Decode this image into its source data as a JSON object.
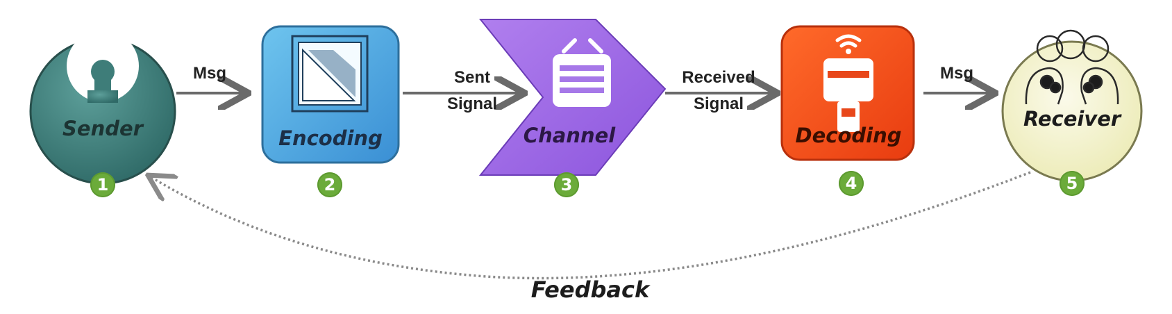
{
  "nodes": [
    {
      "label": "Sender",
      "step": "1",
      "icon": "keyhole-icon"
    },
    {
      "label": "Encoding",
      "step": "2",
      "icon": "encoding-square-icon"
    },
    {
      "label": "Channel",
      "step": "3",
      "icon": "tv-icon"
    },
    {
      "label": "Decoding",
      "step": "4",
      "icon": "radio-device-icon"
    },
    {
      "label": "Receiver",
      "step": "5",
      "icon": "heads-thinking-icon"
    }
  ],
  "arrows": [
    {
      "line1": "Msg",
      "line2": ""
    },
    {
      "line1": "Sent",
      "line2": "Signal"
    },
    {
      "line1": "Received",
      "line2": "Signal"
    },
    {
      "line1": "Msg",
      "line2": ""
    }
  ],
  "feedback_label": "Feedback",
  "colors": {
    "sender": "#3e7d79",
    "encoding": "#4aa6dc",
    "channel": "#9a63e6",
    "decoding": "#f4521b",
    "receiver": "#f5f3c8",
    "badge": "#6bab3a",
    "arrow": "#6a6a6a"
  }
}
